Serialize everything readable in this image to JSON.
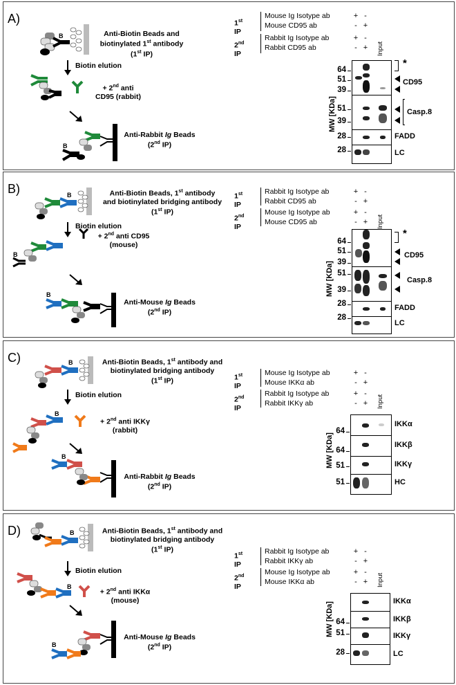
{
  "panels": [
    {
      "label": "A)",
      "scheme": {
        "beads_text": [
          "Anti-Biotin Beads and",
          "biotinylated 1",
          "st",
          " antibody",
          "(1",
          "st",
          " IP)"
        ],
        "elution": "Biotin elution",
        "second_ab": [
          "+ 2",
          "nd",
          " anti",
          "CD95  (rabbit)"
        ],
        "final_beads": [
          "Anti-Rabbit ",
          "Ig",
          " Beads",
          "(2",
          "nd",
          " IP)"
        ],
        "biotin": "B"
      },
      "ip": {
        "first_ip": "1st IP",
        "first_rows": [
          "Mouse Ig Isotype ab",
          "Mouse CD95 ab"
        ],
        "second_ip": "2nd IP",
        "second_rows": [
          "Rabbit Ig Isotype ab",
          "Rabbit CD95 ab"
        ],
        "signs_first": [
          [
            "+",
            "-"
          ],
          [
            "-",
            "+"
          ]
        ],
        "signs_second": [
          [
            "+",
            "-"
          ],
          [
            "-",
            "+"
          ]
        ],
        "input": "Input"
      },
      "blot": {
        "ylabel": "MW  [KDa]",
        "mw": [
          "64",
          "51",
          "39",
          "51",
          "39",
          "28",
          "28"
        ],
        "labels": [
          "CD95",
          "Casp.8",
          "FADD",
          "LC"
        ],
        "star": "*"
      }
    },
    {
      "label": "B)",
      "scheme": {
        "beads_text": [
          "Anti-Biotin Beads, 1",
          "st",
          " antibody",
          "and biotinylated bridging antibody",
          "(1",
          "st",
          " IP)"
        ],
        "elution": "Biotin elution",
        "second_ab": [
          "+ 2",
          "nd",
          " anti CD95",
          "(mouse)"
        ],
        "final_beads": [
          "Anti-Mouse ",
          "Ig",
          " Beads",
          "(2",
          "nd",
          " IP)"
        ],
        "biotin": "B"
      },
      "ip": {
        "first_ip": "1st IP",
        "first_rows": [
          "Rabbit Ig Isotype ab",
          "Rabbit CD95 ab"
        ],
        "second_ip": "2nd IP",
        "second_rows": [
          "Mouse Ig Isotype ab",
          "Mouse CD95 ab"
        ],
        "signs_first": [
          [
            "+",
            "-"
          ],
          [
            "-",
            "+"
          ]
        ],
        "signs_second": [
          [
            "+",
            "-"
          ],
          [
            "-",
            "+"
          ]
        ],
        "input": "Input"
      },
      "blot": {
        "ylabel": "MW  [KDa]",
        "mw": [
          "64",
          "51",
          "39",
          "51",
          "39",
          "28",
          "28"
        ],
        "labels": [
          "CD95",
          "Casp.8",
          "FADD",
          "LC"
        ],
        "star": "*"
      }
    },
    {
      "label": "C)",
      "scheme": {
        "beads_text": [
          "Anti-Biotin Beads, 1",
          "st",
          " antibody and",
          "biotinylated bridging antibody",
          "(1",
          "st",
          " IP)"
        ],
        "elution": "Biotin elution",
        "second_ab": [
          "+ 2",
          "nd",
          " anti IKKγ",
          "(rabbit)"
        ],
        "final_beads": [
          "Anti-Rabbit ",
          "Ig",
          " Beads",
          "(2",
          "nd",
          " IP)"
        ],
        "biotin": "B"
      },
      "ip": {
        "first_ip": "1st IP",
        "first_rows": [
          "Mouse Ig Isotype ab",
          "Mouse IKKα ab"
        ],
        "second_ip": "2nd IP",
        "second_rows": [
          "Rabbit Ig Isotype ab",
          "Rabbit IKKγ ab"
        ],
        "signs_first": [
          [
            "+",
            "-"
          ],
          [
            "-",
            "+"
          ]
        ],
        "signs_second": [
          [
            "+",
            "-"
          ],
          [
            "-",
            "+"
          ]
        ],
        "input": "Input"
      },
      "blot": {
        "ylabel": "MW  [KDa]",
        "mw": [
          "64",
          "64",
          "51",
          "51"
        ],
        "labels": [
          "IKKα",
          "IKKβ",
          "IKKγ",
          "HC"
        ]
      }
    },
    {
      "label": "D)",
      "scheme": {
        "beads_text": [
          "Anti-Biotin Beads, 1",
          "st",
          " antibody and",
          "biotinylated bridging antibody",
          "(1",
          "st",
          " IP)"
        ],
        "elution": "Biotin elution",
        "second_ab": [
          "+ 2",
          "nd",
          " anti IKKα",
          "(mouse)"
        ],
        "final_beads": [
          "Anti-Mouse ",
          "Ig",
          " Beads",
          "(2",
          "nd",
          " IP)"
        ],
        "biotin": "B"
      },
      "ip": {
        "first_ip": "1st IP",
        "first_rows": [
          "Rabbit Ig Isotype ab",
          "Rabbit IKKγ ab"
        ],
        "second_ip": "2nd IP",
        "second_rows": [
          "Mouse Ig Isotype ab",
          "Mouse IKKα ab"
        ],
        "signs_first": [
          [
            "+",
            "-"
          ],
          [
            "-",
            "+"
          ]
        ],
        "signs_second": [
          [
            "+",
            "-"
          ],
          [
            "-",
            "+"
          ]
        ],
        "input": "Input"
      },
      "blot": {
        "ylabel": "MW  [KDa]",
        "mw": [
          "64",
          "51",
          "28"
        ],
        "labels": [
          "IKKα",
          "IKKβ",
          "IKKγ",
          "LC"
        ]
      }
    }
  ],
  "colors": {
    "green": "#1f8a3a",
    "blue": "#1f6fc0",
    "red": "#d0504a",
    "orange": "#f07a1a",
    "black": "#000000"
  }
}
